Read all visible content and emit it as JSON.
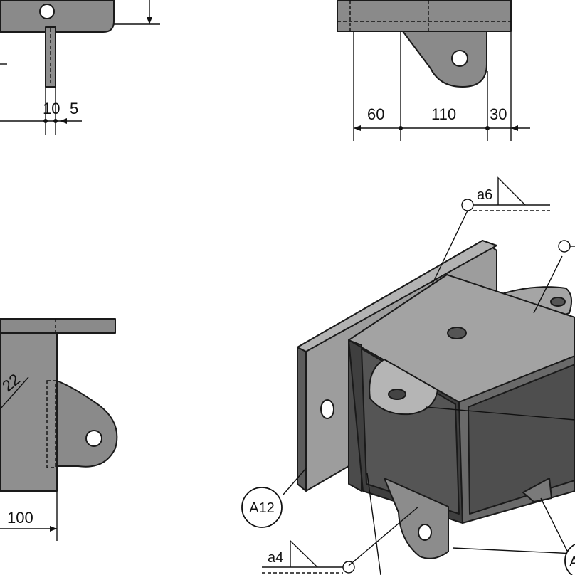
{
  "colors": {
    "background": "#ffffff",
    "part_light": "#9a9a9a",
    "part_mid": "#7f7f7f",
    "part_dark": "#4a4a4a",
    "part_darker": "#3a3a3a",
    "line": "#111111"
  },
  "top_left_view": {
    "dims": {
      "d1": "10",
      "d2": "5"
    }
  },
  "top_right_view": {
    "dims": {
      "d1": "60",
      "d2": "110",
      "d3": "30"
    }
  },
  "bottom_left_view": {
    "dims": {
      "d1": "100"
    },
    "partial_label": "22"
  },
  "iso_view": {
    "weld_top": "a6",
    "weld_bottom": "a4",
    "balloon_left": "A12",
    "balloon_right_partial": "A"
  }
}
